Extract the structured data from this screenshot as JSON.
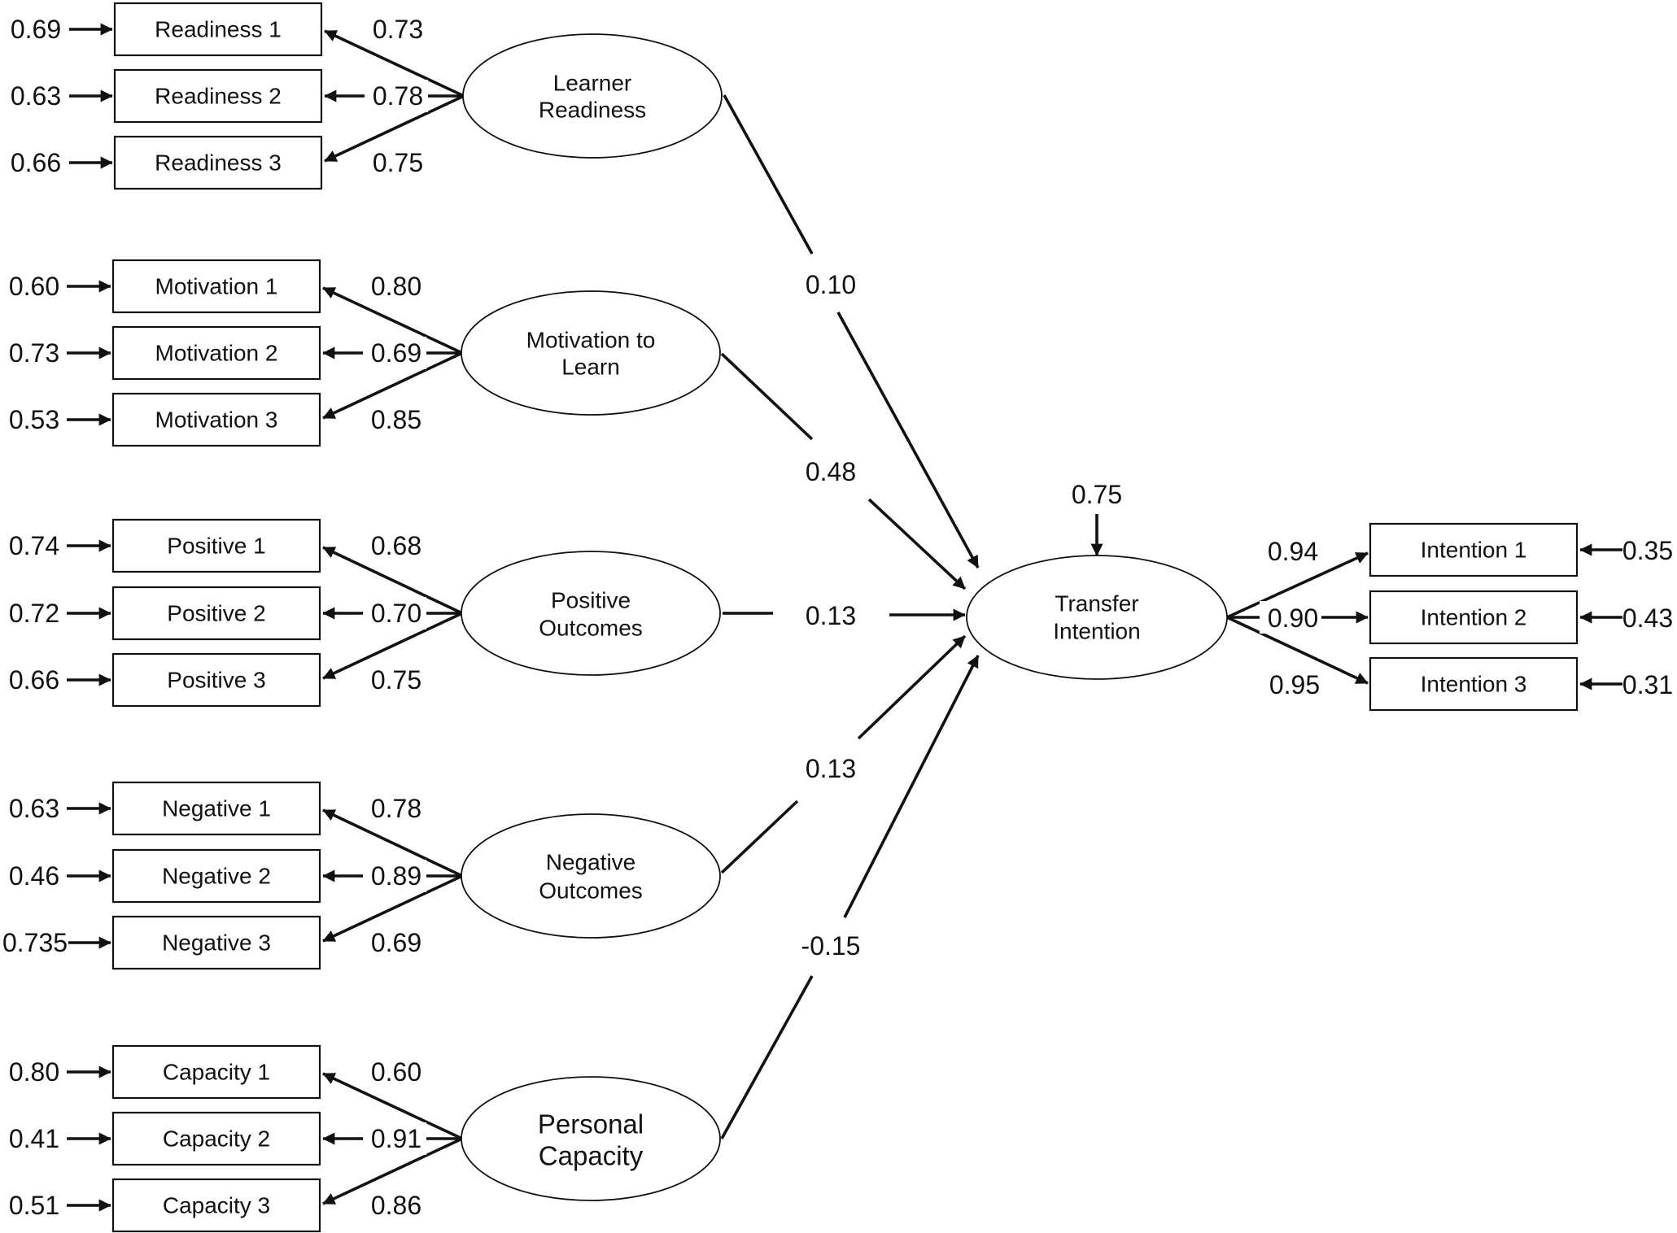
{
  "latents": [
    {
      "id": "readiness",
      "lines": [
        "Learner",
        "Readiness"
      ]
    },
    {
      "id": "motivation",
      "lines": [
        "Motivation to",
        "Learn"
      ]
    },
    {
      "id": "positive",
      "lines": [
        "Positive",
        "Outcomes"
      ]
    },
    {
      "id": "negative",
      "lines": [
        "Negative",
        "Outcomes"
      ]
    },
    {
      "id": "capacity",
      "lines": [
        "Personal",
        "Capacity"
      ]
    },
    {
      "id": "transfer",
      "lines": [
        "Transfer",
        "Intention"
      ]
    }
  ],
  "indicators": [
    {
      "latent": "readiness",
      "label": "Readiness 1",
      "loading": "0.73",
      "error": "0.69"
    },
    {
      "latent": "readiness",
      "label": "Readiness 2",
      "loading": "0.78",
      "error": "0.63"
    },
    {
      "latent": "readiness",
      "label": "Readiness 3",
      "loading": "0.75",
      "error": "0.66"
    },
    {
      "latent": "motivation",
      "label": "Motivation 1",
      "loading": "0.80",
      "error": "0.60"
    },
    {
      "latent": "motivation",
      "label": "Motivation 2",
      "loading": "0.69",
      "error": "0.73"
    },
    {
      "latent": "motivation",
      "label": "Motivation 3",
      "loading": "0.85",
      "error": "0.53"
    },
    {
      "latent": "positive",
      "label": "Positive 1",
      "loading": "0.68",
      "error": "0.74"
    },
    {
      "latent": "positive",
      "label": "Positive 2",
      "loading": "0.70",
      "error": "0.72"
    },
    {
      "latent": "positive",
      "label": "Positive 3",
      "loading": "0.75",
      "error": "0.66"
    },
    {
      "latent": "negative",
      "label": "Negative 1",
      "loading": "0.78",
      "error": "0.63"
    },
    {
      "latent": "negative",
      "label": "Negative 2",
      "loading": "0.89",
      "error": "0.46"
    },
    {
      "latent": "negative",
      "label": "Negative 3",
      "loading": "0.69",
      "error": "0.735"
    },
    {
      "latent": "capacity",
      "label": "Capacity 1",
      "loading": "0.60",
      "error": "0.80"
    },
    {
      "latent": "capacity",
      "label": "Capacity 2",
      "loading": "0.91",
      "error": "0.41"
    },
    {
      "latent": "capacity",
      "label": "Capacity 3",
      "loading": "0.86",
      "error": "0.51"
    },
    {
      "latent": "transfer",
      "label": "Intention 1",
      "loading": "0.94",
      "error": "0.35"
    },
    {
      "latent": "transfer",
      "label": "Intention 2",
      "loading": "0.90",
      "error": "0.43"
    },
    {
      "latent": "transfer",
      "label": "Intention 3",
      "loading": "0.95",
      "error": "0.31"
    }
  ],
  "paths": [
    {
      "from": "readiness",
      "to": "transfer",
      "coefficient": "0.10"
    },
    {
      "from": "motivation",
      "to": "transfer",
      "coefficient": "0.48"
    },
    {
      "from": "positive",
      "to": "transfer",
      "coefficient": "0.13"
    },
    {
      "from": "negative",
      "to": "transfer",
      "coefficient": "0.13"
    },
    {
      "from": "capacity",
      "to": "transfer",
      "coefficient": "-0.15"
    }
  ],
  "transfer_residual": "0.75"
}
